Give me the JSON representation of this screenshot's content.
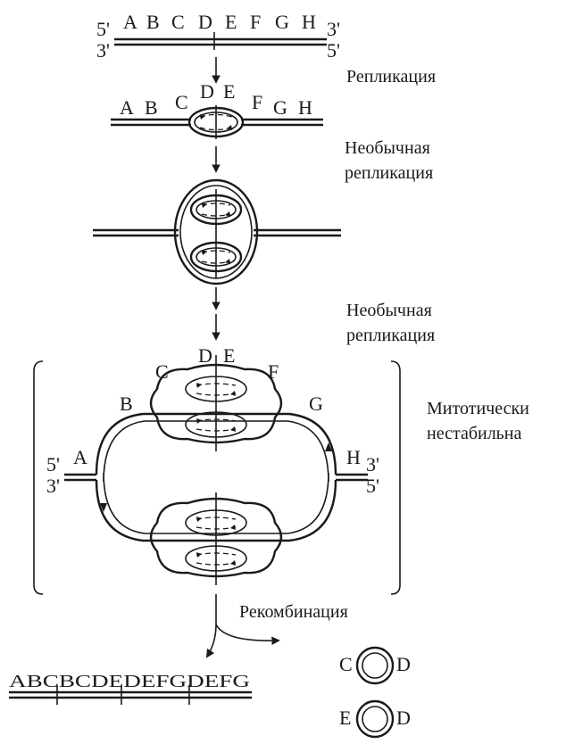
{
  "stage1": {
    "top_letters": [
      "A",
      "B",
      "C",
      "D",
      "E",
      "F",
      "G",
      "H"
    ],
    "end_top_left": "5'",
    "end_top_right": "3'",
    "end_bottom_left": "3'",
    "end_bottom_right": "5'"
  },
  "stage2": {
    "letters": [
      "A",
      "B",
      "C",
      "D",
      "E",
      "F",
      "G",
      "H"
    ]
  },
  "captions": {
    "replication": "Репликация",
    "unusual_1_line1": "Необычная",
    "unusual_1_line2": "репликация",
    "unusual_2_line1": "Необычная",
    "unusual_2_line2": "репликация",
    "unstable_line1": "Митотически",
    "unstable_line2": "нестабильна",
    "recombination": "Рекомбинация"
  },
  "stage4": {
    "letters": {
      "a": "A",
      "b": "B",
      "c": "C",
      "d": "D",
      "e": "E",
      "f": "F",
      "g": "G",
      "h": "H"
    },
    "ends": {
      "left_top": "5'",
      "left_bottom": "3'",
      "right_top": "3'",
      "right_bottom": "5'"
    }
  },
  "product": {
    "linear": "ABCBCDEDEFGDEFG",
    "circle1_left": "C",
    "circle1_right": "D",
    "circle2_left": "E",
    "circle2_right": "D"
  }
}
